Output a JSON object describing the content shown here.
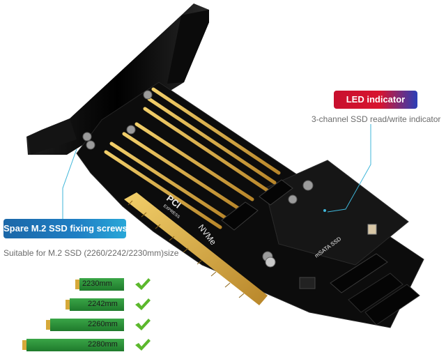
{
  "callouts": {
    "led": {
      "title": "LED indicator",
      "description": "3-channel SSD read/write indicator"
    },
    "screws": {
      "title": "Spare M.2 SSD fixing screws",
      "description": "Suitable for M.2 SSD (2260/2242/2230mm)size"
    }
  },
  "board_silkscreen": {
    "pci_logo": "PCI",
    "pci_sub": "EXPRESS",
    "nvme": "NVMe",
    "msata": "mSATA SSD"
  },
  "ssd_sizes": [
    {
      "label": "2230mm",
      "supported": true
    },
    {
      "label": "2242mm",
      "supported": true
    },
    {
      "label": "2260mm",
      "supported": true
    },
    {
      "label": "2280mm",
      "supported": true
    }
  ],
  "colors": {
    "led_badge_start": "#c8102e",
    "led_badge_end": "#2a3fb8",
    "screws_badge": "#1f7fc4",
    "pointer_line": "#3fb6d9",
    "pcb": "#111111",
    "gold": "#d6a93a",
    "ssd_green": "#2f8f3a",
    "check_green": "#5cb82d"
  }
}
